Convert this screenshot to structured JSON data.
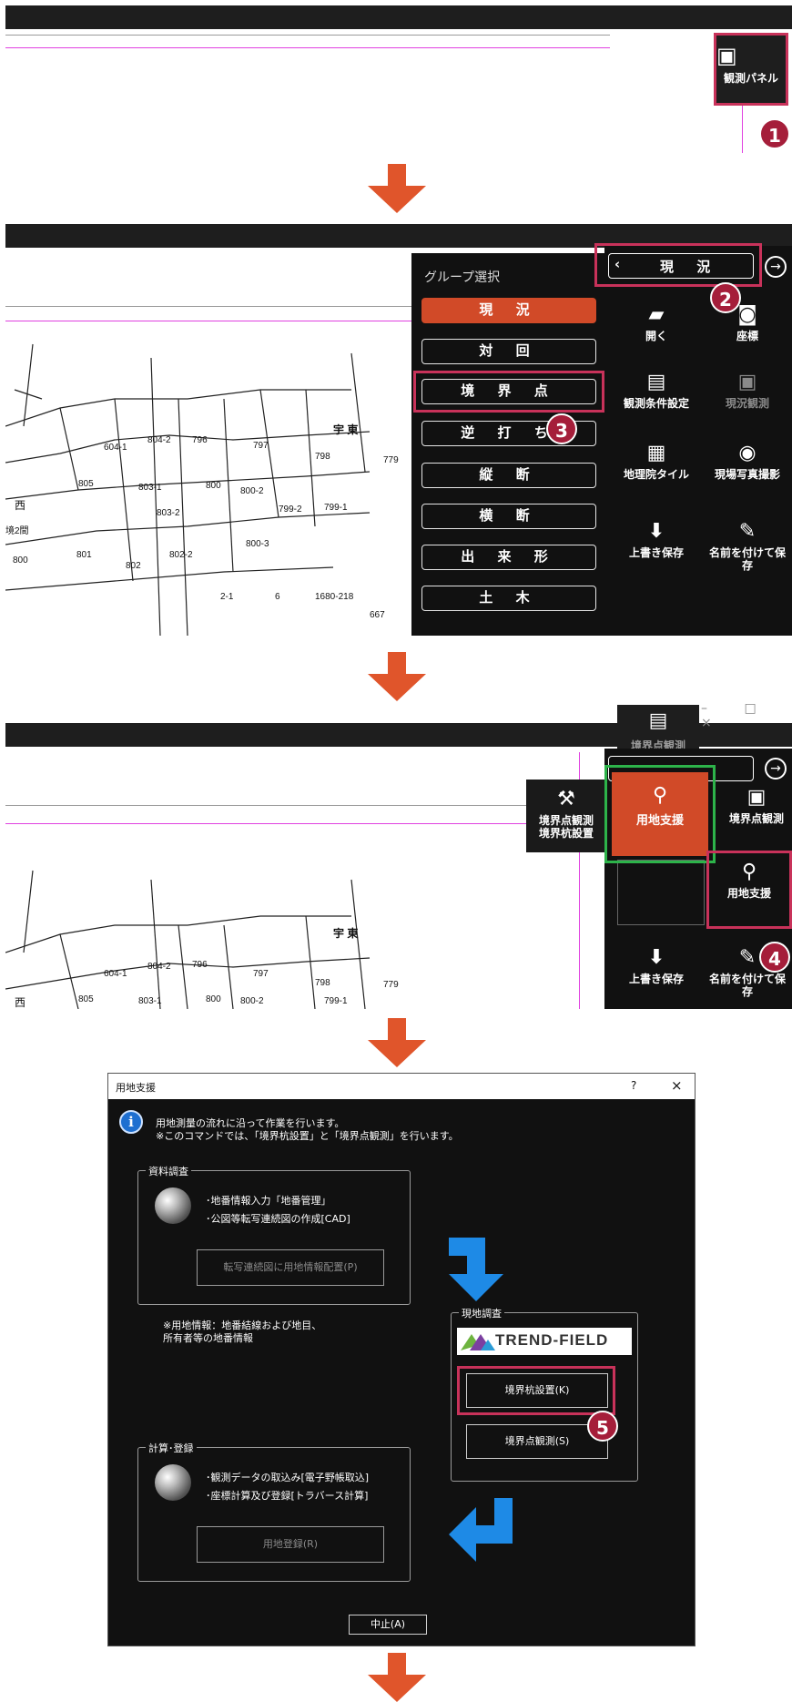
{
  "step1": {
    "button_label": "観測パネル",
    "badge": "1"
  },
  "step2": {
    "group_title": "グループ選択",
    "groups": [
      "現 況",
      "対 回",
      "境 界 点",
      "逆 打 ち",
      "縦 断",
      "横 断",
      "出 来 形",
      "土 木"
    ],
    "header_label": "現 況",
    "tools": [
      {
        "label": "開く",
        "icon": "folder-icon"
      },
      {
        "label": "座標",
        "icon": "camera-coordinate-icon"
      },
      {
        "label": "観測条件設定",
        "icon": "settings-document-icon"
      },
      {
        "label": "現況観測",
        "icon": "total-station-icon"
      },
      {
        "label": "地理院タイル",
        "icon": "tile-grid-icon"
      },
      {
        "label": "現場写真撮影",
        "icon": "camera-photo-icon"
      },
      {
        "label": "上書き保存",
        "icon": "save-icon"
      },
      {
        "label": "名前を付けて保存",
        "icon": "save-as-icon"
      }
    ],
    "badges": [
      "2",
      "3"
    ],
    "map_labels": [
      "宇 東",
      "604-1",
      "804-2",
      "796",
      "797",
      "798",
      "779",
      "805",
      "803-1",
      "800",
      "800-2",
      "799-2",
      "799-1",
      "803-2",
      "800-3",
      "801",
      "802",
      "802-2",
      "2-1",
      "6",
      "1680-218",
      "667",
      "西",
      "800",
      "境2間"
    ]
  },
  "step3": {
    "popup_top_label": "境界点観測",
    "popup_left_label_1": "境界点観測",
    "popup_left_label_2": "境界杭設置",
    "selected_label": "用地支援",
    "right_label": "境界点観測",
    "lower_label": "用地支援",
    "save_label": "上書き保存",
    "save_as_label": "名前を付けて保存",
    "badge": "4",
    "map_labels": [
      "宇 東",
      "604-1",
      "804-2",
      "796",
      "797",
      "798",
      "779",
      "805",
      "803-1",
      "800",
      "800-2",
      "799-1",
      "西"
    ]
  },
  "dialog": {
    "title": "用地支援",
    "help": "?",
    "close": "×",
    "intro_line1": "用地測量の流れに沿って作業を行います。",
    "intro_line2": "※このコマンドでは、「境界杭設置」と「境界点観測」を行います。",
    "survey_group": {
      "title": "資料調査",
      "line1": "･地番情報入力「地番管理」",
      "line2": "･公図等転写連続図の作成[CAD]",
      "button": "転写連続図に用地情報配置(P)"
    },
    "note_line1": "※用地情報：地番結線および地目、",
    "note_line2": "所有者等の地番情報",
    "field_group": {
      "title": "現地調査",
      "logo": "TREND-FIELD",
      "button1": "境界杭設置(K)",
      "button2": "境界点観測(S)"
    },
    "calc_group": {
      "title": "計算･登録",
      "line1": "･観測データの取込み[電子野帳取込]",
      "line2": "･座標計算及び登録[トラバース計算]",
      "button": "用地登録(R)"
    },
    "cancel": "中止(A)",
    "badge": "5"
  },
  "colors": {
    "accent_red": "#d14a28",
    "arrow_orange": "#e0552b",
    "badge": "#a51e3a",
    "highlight_pink": "#c8325a",
    "highlight_green": "#2db34a",
    "flow_blue": "#1e8ae6"
  }
}
